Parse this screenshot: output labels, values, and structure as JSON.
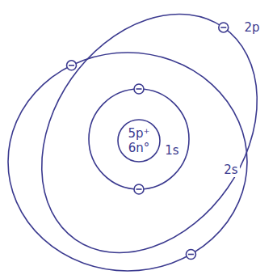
{
  "diagram": {
    "nodes": [
      {
        "text": [
          "5p⁺",
          "6n°"
        ]
      }
    ],
    "labels": [
      "1s",
      "2s",
      "2p"
    ]
  }
}
